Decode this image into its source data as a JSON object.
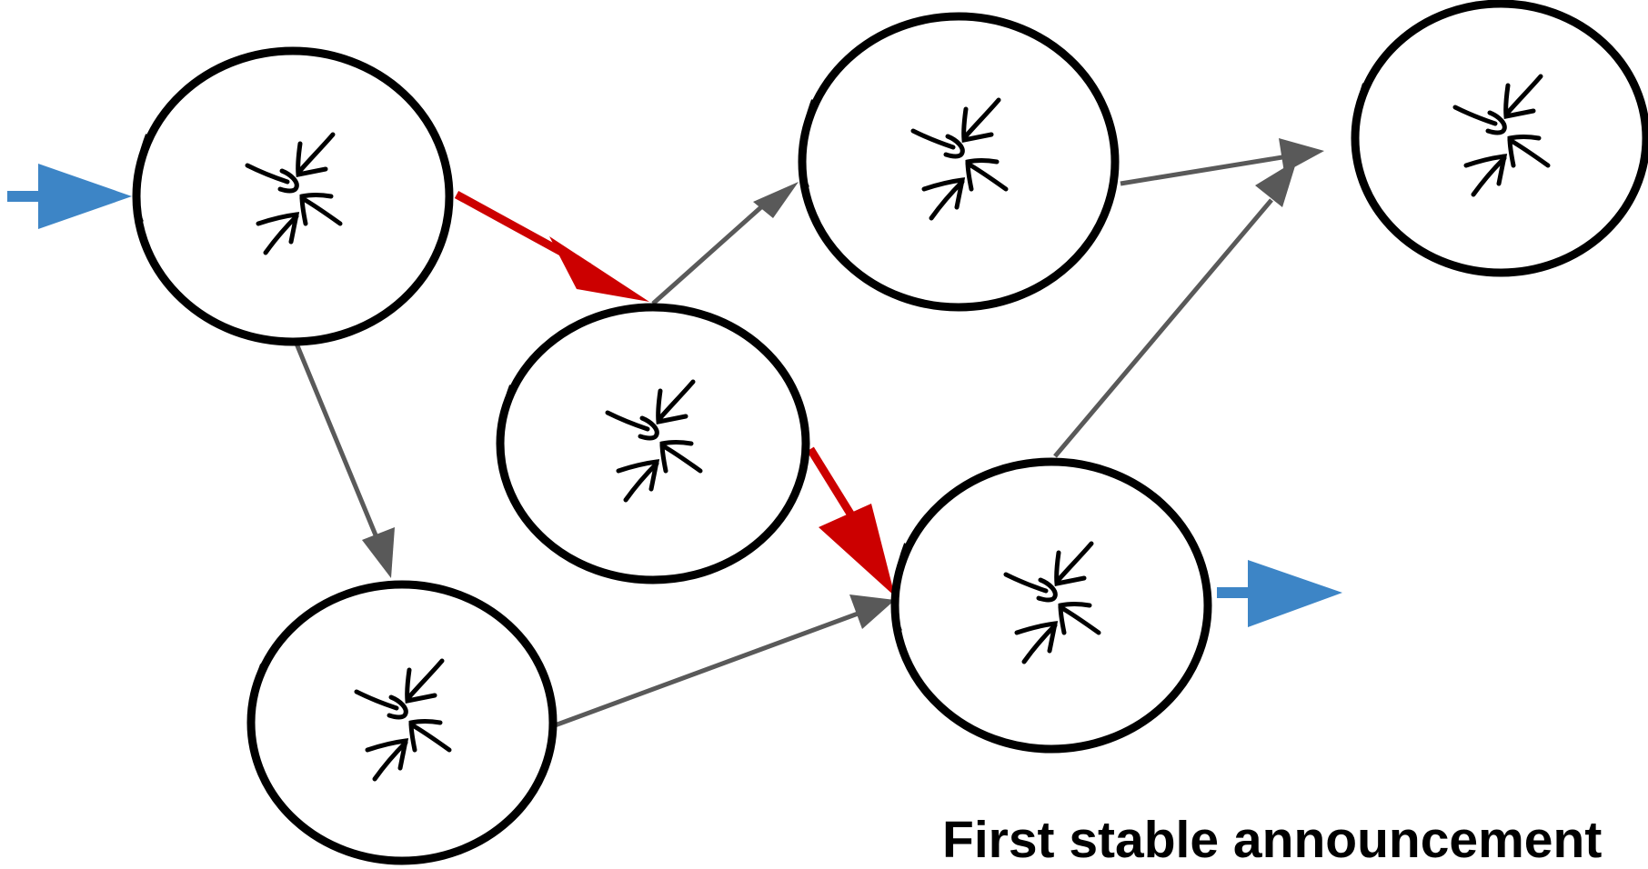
{
  "diagram": {
    "caption": "First stable announcement",
    "node_icon": "router-icon",
    "nodes": [
      {
        "id": "r1"
      },
      {
        "id": "r2"
      },
      {
        "id": "r3"
      },
      {
        "id": "r4"
      },
      {
        "id": "r5"
      },
      {
        "id": "r6"
      }
    ],
    "edges": [
      {
        "from": "input",
        "to": "r1",
        "kind": "input"
      },
      {
        "from": "r1",
        "to": "r3",
        "kind": "highlighted-path"
      },
      {
        "from": "r3",
        "to": "r6",
        "kind": "highlighted-path"
      },
      {
        "from": "r3",
        "to": "r2",
        "kind": "link"
      },
      {
        "from": "r2",
        "to": "r4",
        "kind": "link"
      },
      {
        "from": "r1",
        "to": "r5",
        "kind": "link"
      },
      {
        "from": "r5",
        "to": "r6",
        "kind": "link"
      },
      {
        "from": "r6",
        "to": "r4",
        "kind": "link"
      },
      {
        "from": "r6",
        "to": "output",
        "kind": "output"
      }
    ],
    "colors": {
      "input_output": "#3d85c6",
      "highlighted_path": "#cc0000",
      "link": "#595959",
      "node_stroke": "#000000"
    }
  }
}
